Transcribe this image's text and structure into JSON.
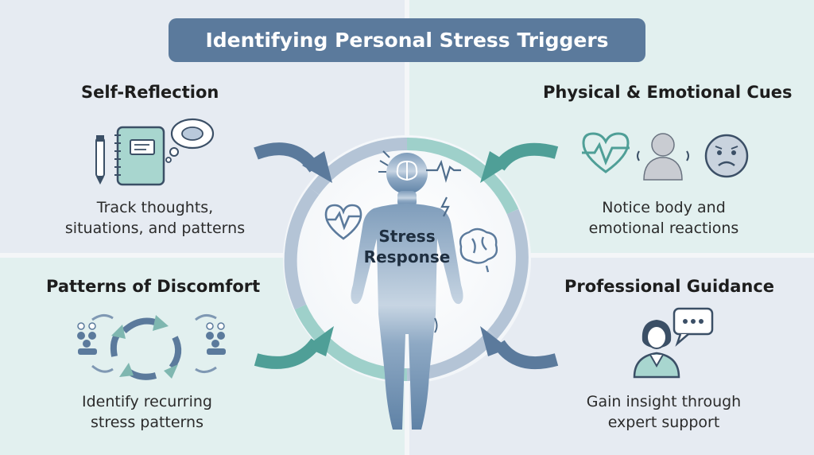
{
  "title": "Identifying Personal Stress Triggers",
  "center": {
    "line1": "Stress",
    "line2": "Response"
  },
  "quadrants": {
    "self_reflection": {
      "heading": "Self-Reflection",
      "line1": "Track thoughts,",
      "line2": "situations, and patterns"
    },
    "physical_emotional": {
      "heading": "Physical & Emotional Cues",
      "line1": "Notice body and",
      "line2": "emotional reactions"
    },
    "patterns": {
      "heading": "Patterns of Discomfort",
      "line1": "Identify recurring",
      "line2": "stress patterns"
    },
    "professional": {
      "heading": "Professional Guidance",
      "line1": "Gain insight through",
      "line2": "expert support"
    }
  },
  "colors": {
    "title_bg": "#5b7a9c",
    "body_blue": "#6d8eae",
    "teal": "#4f9f97",
    "ring_blue": "#b4c4d6",
    "ring_teal": "#9ed0ca"
  }
}
